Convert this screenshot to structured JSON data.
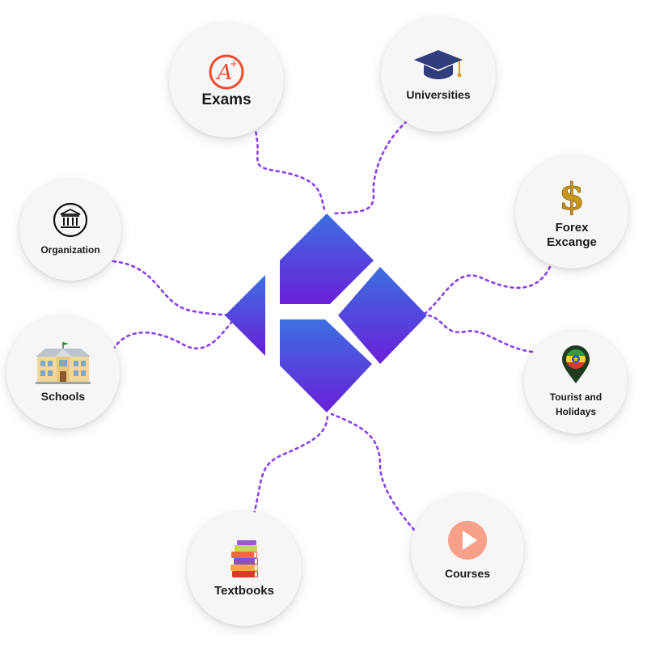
{
  "nodes": {
    "exams": {
      "label": "Exams",
      "icon": "grade-a-plus-icon"
    },
    "universities": {
      "label": "Universities",
      "icon": "graduation-cap-icon"
    },
    "organization": {
      "label": "Organization",
      "icon": "bank-building-icon"
    },
    "forex": {
      "label": "Forex\nExcange",
      "icon": "dollar-sign-icon"
    },
    "schools": {
      "label": "Schools",
      "icon": "school-building-icon"
    },
    "tourist": {
      "label": "Tourist and\nHolidays",
      "icon": "map-pin-flag-icon"
    },
    "textbooks": {
      "label": "Textbooks",
      "icon": "book-stack-icon"
    },
    "courses": {
      "label": "Courses",
      "icon": "play-button-icon"
    }
  },
  "icon_text": {
    "grade": "A",
    "grade_sup": "+"
  },
  "colors": {
    "logo_top": "#3d6fe0",
    "logo_bottom": "#6a1fd8",
    "connector": "#8a3ee8",
    "grade_red": "#f04b2c",
    "cap_navy": "#2f3d7a",
    "dollar_gold": "#c8961e",
    "play_salmon": "#f7a08a"
  }
}
